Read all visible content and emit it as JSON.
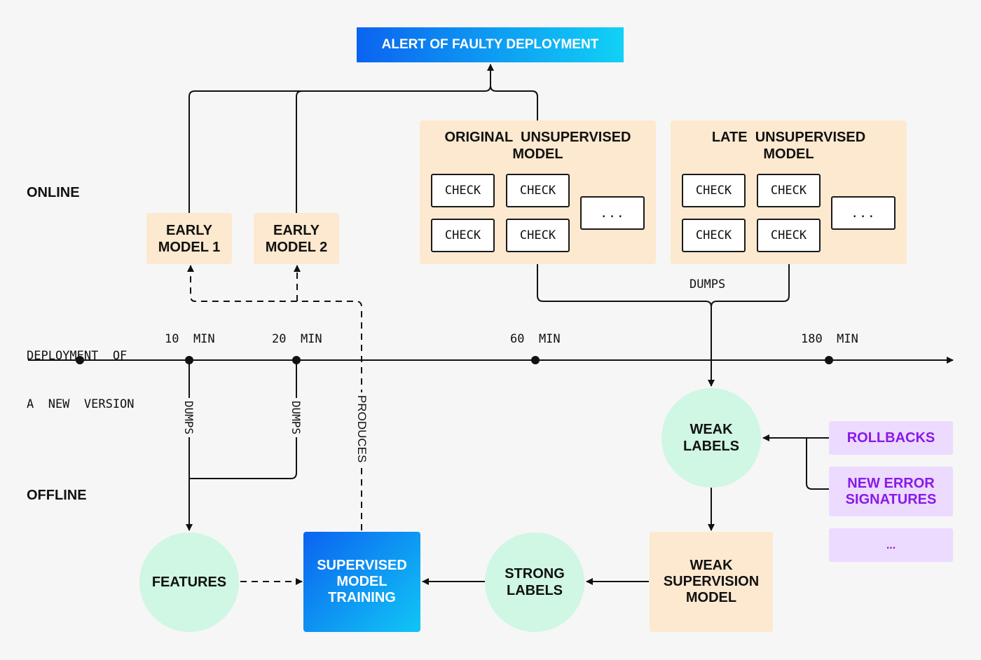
{
  "alert": {
    "label": "ALERT OF FAULTY DEPLOYMENT"
  },
  "sections": {
    "online": "ONLINE",
    "offline": "OFFLINE"
  },
  "early_models": [
    {
      "line1": "EARLY",
      "line2": "MODEL 1"
    },
    {
      "line1": "EARLY",
      "line2": "MODEL 2"
    }
  ],
  "panels": [
    {
      "title_line1": "ORIGINAL  UNSUPERVISED",
      "title_line2": "MODEL",
      "checks": [
        "CHECK",
        "CHECK",
        "CHECK",
        "CHECK"
      ],
      "more": "..."
    },
    {
      "title_line1": "LATE  UNSUPERVISED",
      "title_line2": "MODEL",
      "checks": [
        "CHECK",
        "CHECK",
        "CHECK",
        "CHECK"
      ],
      "more": "..."
    }
  ],
  "timeline": {
    "start_line1": "DEPLOYMENT  OF",
    "start_line2": "A  NEW  VERSION",
    "ticks": [
      "10  MIN",
      "20  MIN",
      "60  MIN",
      "180  MIN"
    ]
  },
  "edge_labels": {
    "dumps_top": "DUMPS",
    "dumps_1": "DUMPS",
    "dumps_2": "DUMPS",
    "produces": "PRODUCES"
  },
  "weak_labels": {
    "line1": "WEAK",
    "line2": "LABELS"
  },
  "sources": {
    "rollbacks": "ROLLBACKS",
    "new_error_line1": "NEW ERROR",
    "new_error_line2": "SIGNATURES",
    "more": "..."
  },
  "features": "FEATURES",
  "training": {
    "line1": "SUPERVISED",
    "line2": "MODEL",
    "line3": "TRAINING"
  },
  "strong_labels": {
    "line1": "STRONG",
    "line2": "LABELS"
  },
  "weak_model": {
    "line1": "WEAK",
    "line2": "SUPERVISION",
    "line3": "MODEL"
  },
  "colors": {
    "accent_blue": "#0b63f0",
    "accent_cyan": "#11d1f5",
    "cream": "#fde9cf",
    "mint": "#cff7e3",
    "lavender": "#ecdaff",
    "purple_text": "#8a19e8"
  }
}
